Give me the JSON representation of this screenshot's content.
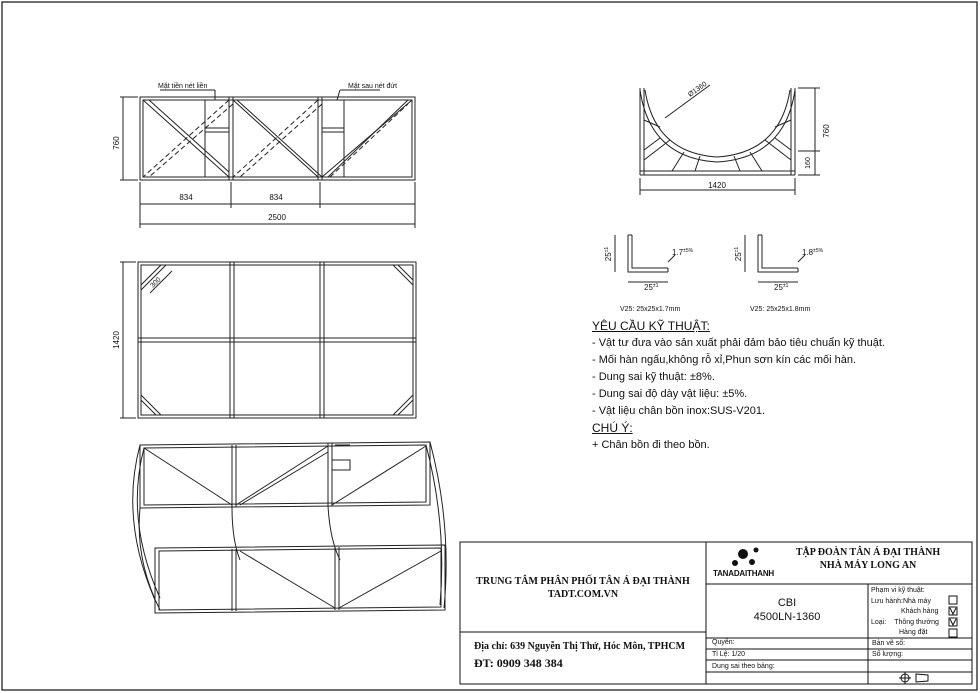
{
  "drawing": {
    "front_view": {
      "note_solid": "Mặt tiền nét liền",
      "note_dashed": "Mặt sau nét đứt",
      "height": "760",
      "bay1": "834",
      "bay2": "834",
      "total": "2500"
    },
    "plan_view": {
      "corner": "300",
      "depth": "1420"
    },
    "side_view": {
      "diameter": "Ø1360",
      "height": "760",
      "leg": "160",
      "width": "1420"
    },
    "profiles": [
      {
        "h": "25",
        "tol_h": "±1",
        "w": "25",
        "tol_w": "±1",
        "thick": "1.7",
        "tol_t": "±5%",
        "label": "V25: 25x25x1.7mm"
      },
      {
        "h": "25",
        "tol_h": "±1",
        "w": "25",
        "tol_w": "±1",
        "thick": "1.8",
        "tol_t": "±5%",
        "label": "V25: 25x25x1.8mm"
      }
    ]
  },
  "requirements": {
    "title": "YÊU CẦU KỸ THUẬT:",
    "items": [
      "- Vật tư đưa vào sản xuất phải đảm bảo tiêu chuẩn kỹ thuật.",
      "- Mối hàn ngấu,không rỗ xỉ,Phun sơn kín các mối hàn.",
      "- Dung sai kỹ thuật: ±8%.",
      "- Dung sai độ dày vật liệu: ±5%.",
      "- Vật liệu chân bồn inox:SUS-V201."
    ],
    "note_title": "CHÚ Ý:",
    "note": "+ Chân bồn đi theo bồn."
  },
  "title_block": {
    "center_name": "TRUNG TÂM PHÂN PHỐI TÂN Á ĐẠI THÀNH",
    "website": "TADT.COM.VN",
    "address": "Địa chỉ: 639 Nguyễn Thị Thử, Hóc Môn, TPHCM",
    "phone": "ĐT: 0909 348 384",
    "company": "TẬP ĐOÀN TÂN Á ĐẠI THÀNH",
    "factory": "NHÀ MÁY LONG AN",
    "logo_text": "TANADAITHANH",
    "product_line1": "CBI",
    "product_line2": "4500LN-1360",
    "scope_label": "Phạm vi kỹ thuật:",
    "storage_label": "Lưu hành:",
    "storage_opt1": "Nhà máy",
    "storage_opt2": "Khách hàng",
    "type_label": "Loại:",
    "type_opt1": "Thông thường",
    "type_opt2": "Hàng đặt",
    "permission": "Quyền:",
    "scale": "Tỉ Lệ: 1/20",
    "tolerance_table": "Dung sai theo bảng:",
    "drawing_no": "Bản vẽ số:",
    "quantity": "Số lượng:"
  }
}
